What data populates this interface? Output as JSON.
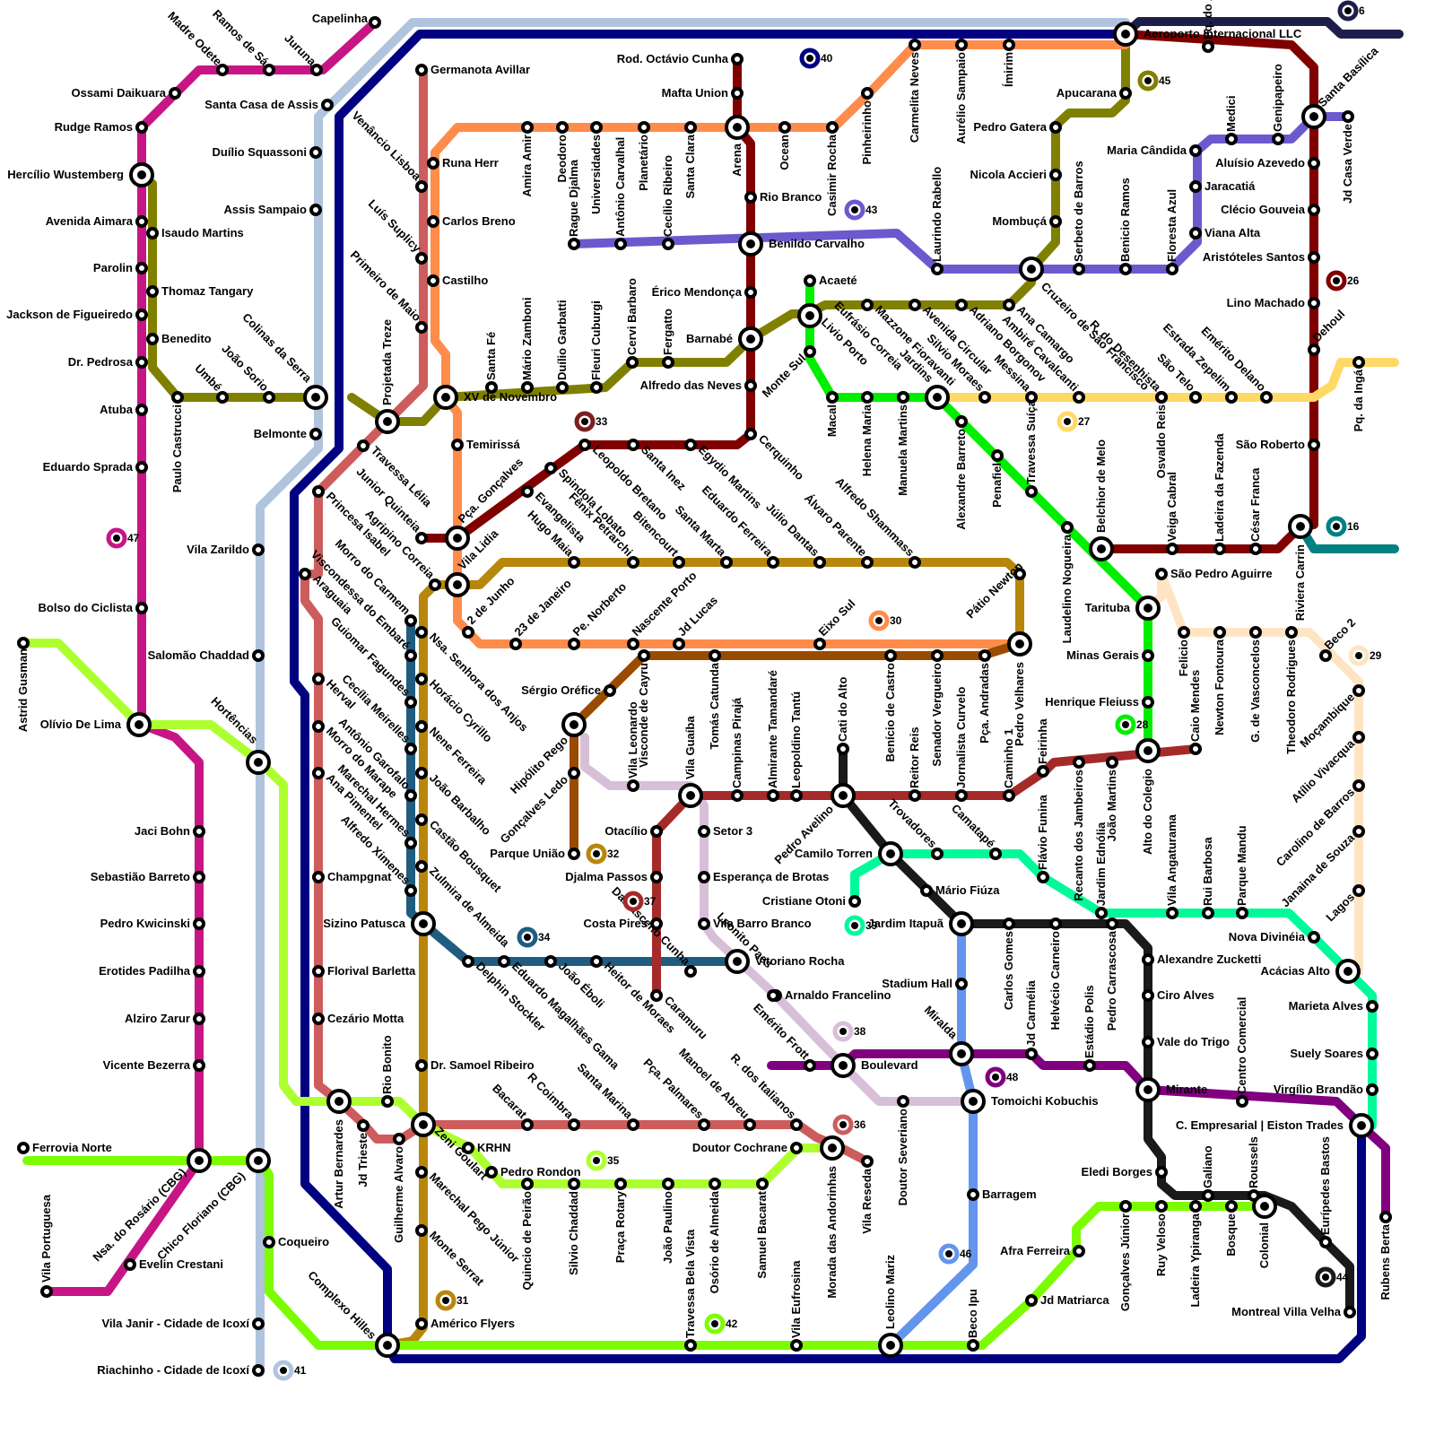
{
  "lines": [
    {
      "id": "aerea",
      "color": "#b0c4de"
    },
    {
      "id": "navy",
      "color": "#000080"
    },
    {
      "id": "magenta",
      "color": "#c71585"
    },
    {
      "id": "olive",
      "color": "#808000"
    },
    {
      "id": "salmon",
      "color": "#cd5c5c"
    },
    {
      "id": "orange",
      "color": "#ff8c4a"
    },
    {
      "id": "maroon",
      "color": "#800000"
    },
    {
      "id": "darkred",
      "color": "#7b1e1e"
    },
    {
      "id": "purple",
      "color": "#6a5acd"
    },
    {
      "id": "green",
      "color": "#00ee00"
    },
    {
      "id": "yellow",
      "color": "#ffd966"
    },
    {
      "id": "gold",
      "color": "#b8860b"
    },
    {
      "id": "brown",
      "color": "#994c00"
    },
    {
      "id": "petrol",
      "color": "#1f5c80"
    },
    {
      "id": "lime",
      "color": "#7cfc00"
    },
    {
      "id": "lightlime",
      "color": "#adff2f"
    },
    {
      "id": "mint",
      "color": "#00fa9a"
    },
    {
      "id": "black",
      "color": "#1a1a1a"
    },
    {
      "id": "violet",
      "color": "#800080"
    },
    {
      "id": "lilac",
      "color": "#d8bfd8"
    },
    {
      "id": "cornflower",
      "color": "#6495ed"
    },
    {
      "id": "peach",
      "color": "#ffe4c4"
    },
    {
      "id": "firebrick",
      "color": "#a52a2a"
    },
    {
      "id": "teal",
      "color": "#008080"
    },
    {
      "id": "darknavy",
      "color": "#1e1e4a"
    }
  ],
  "stations": {
    "capelinha": "Capelinha",
    "madre_odete": "Madre Odete",
    "ramos_de_sa": "Ramos de Sá",
    "juruna": "Juruna",
    "ossami_daikuara": "Ossami Daikuara",
    "rudge_ramos": "Rudge Ramos",
    "hercilio": "Hercílio Wustemberg",
    "avenida_aimara": "Avenida Aimara",
    "isaudo": "Isaudo Martins",
    "parolin": "Parolin",
    "thomaz": "Thomaz Tangary",
    "jackson": "Jackson de Figueiredo",
    "benedito": "Benedito",
    "dr_pedrosa": "Dr. Pedrosa",
    "atuba": "Atuba",
    "eduardo_sprada": "Eduardo Sprada",
    "paulo_castrucci": "Paulo Castrucci",
    "umbe": "Umbé",
    "joao_sorio": "João Sorio",
    "colinas": "Colinas da Serra",
    "belmonte": "Belmonte",
    "santa_casa": "Santa Casa de Assis",
    "duilio_squassoni": "Duílio Squassoni",
    "assis_sampaio": "Assis Sampaio",
    "vila_zarildo": "Vila Zarildo",
    "bolso": "Bolso do Ciclista",
    "salomao": "Salomão Chaddad",
    "olivio": "Olívio De Lima",
    "astrid": "Astrid Gusman",
    "hortencias": "Hortências",
    "jaci": "Jaci Bohn",
    "sebastiao": "Sebastião Barreto",
    "pedro_kwicinski": "Pedro Kwicinski",
    "erotides": "Erotides Padilha",
    "alziro": "Alziro Zarur",
    "vicente": "Vicente Bezerra",
    "ferrovia": "Ferrovia Norte",
    "nsa_rosario": "Nsa. do Rosário (CBG)",
    "chico_floriano": "Chico Floriano (CBG)",
    "evelin": "Evelin Crestani",
    "vila_portuguesa": "Vila Portuguesa",
    "coqueiro": "Coqueiro",
    "vila_janir": "Vila Janir - Cidade de Icoxí",
    "riachinho": "Riachinho - Cidade de Icoxí",
    "complexo": "Complexo Hilles",
    "germanota": "Germanota Avillar",
    "venancio": "Venâncio Lisboa",
    "runa": "Runa Herr",
    "carlos_breno": "Carlos Breno",
    "luis_suplicy": "Luís Suplicy",
    "castilho": "Castilho",
    "primeiro_maio": "Primeiro de Maio",
    "projetada": "Projetada Treze",
    "xv_nov": "XV de Novembro",
    "santa_fe": "Santa Fé",
    "mario_zamboni": "Mário Zamboni",
    "duilio_garbatti": "Duílio Garbatti",
    "fleuri": "Fleuri Cuburgi",
    "cervi": "Cervi Barbaro",
    "fergatto": "Fergatto",
    "alfredo_neves": "Alfredo das Neves",
    "barnabe": "Barnabé",
    "erico": "Érico Mendonça",
    "benildo": "Benildo Carvalho",
    "rio_branco": "Rio Branco",
    "arena": "Arena",
    "mafta": "Mafta Union",
    "rod_octavio": "Rod. Octávio Cunha",
    "amira": "Amira Amir",
    "deodoro": "Deodoro",
    "rague": "Rague Djalma",
    "universidades": "Universidades",
    "antonio_carvalhal": "Antônio Carvalhal",
    "planetario": "Planetário",
    "cecilio": "Cecílio Ribeiro",
    "santa_clara": "Santa Clara",
    "ocean": "Ocean",
    "casimir": "Casimir Rocha",
    "pinheirinho": "Pinheirinho",
    "carmelita": "Carmelita Neves",
    "aurelio": "Aurélio Sampaio",
    "imirim": "Ímirim",
    "aeroporto": "Aeroporto Internacional LLC",
    "apucarana": "Apucarana",
    "pedro_gatera": "Pedro Gatera",
    "nicola": "Nicola Accieri",
    "mombuca": "Mombuçá",
    "laurindo": "Laurindo Rabello",
    "cruzeiro": "Cruzeiro de São Francisco",
    "serbeto": "Serbeto de Barros",
    "benicio_ramos": "Benicio Ramos",
    "floresta": "Floresta Azul",
    "maria_candida": "Maria Cândida",
    "jaracatia": "Jaracatiá",
    "viana": "Viana Alta",
    "pq_aviador": "Pq. do Aviador",
    "medici": "Medici",
    "genipapeiro": "Genipapeiro",
    "santa_basilica": "Santa Basílica",
    "jd_casa_verde": "Jd Casa Verde",
    "aluisio": "Aluísio Azevedo",
    "clecio": "Clécio Gouveia",
    "aristoteles": "Aristóteles Santos",
    "lino": "Lino Machado",
    "dehoul": "Dehoul",
    "pq_inga": "Pq. da Ingá",
    "sao_roberto": "São Roberto",
    "emerito_delano": "Emérito Delano",
    "estrada_zepelim": "Estrada Zepelim",
    "sao_telo": "São Telo",
    "r_desenhista": "R. do Desenhista",
    "ambire": "Ambiré Cavalcanti",
    "messina": "Messina",
    "ana_camargo": "Ana Camargo",
    "adriano": "Adriano Borgonov",
    "silvio_moraes": "Silvio Moraes",
    "avenida_circular": "Avenida Circular",
    "eufrasio": "Eufrásio Correia",
    "mazzone": "Mazzone Fioravanti",
    "jardins": "Jardins",
    "acaete": "Acaeté",
    "livio": "Livio Porto",
    "monte_sul": "Monte Sul",
    "macal": "Macal",
    "helena": "Helena Maria",
    "manuela": "Manuela Martins",
    "alexandre_barreto": "Alexandre Barreto",
    "penafiel": "Penafiel",
    "travessa_suica": "Travessa Suíça",
    "laudelino": "Laudelino Nogueira",
    "belchior": "Belchior de Melo",
    "osvaldo": "Osvaldo Reis",
    "veiga": "Veiga Cabral",
    "ladeira_fazenda": "Ladeira da Fazenda",
    "cesar_franca": "César Franca",
    "riviera": "Riviera Carrin",
    "sao_pedro_aguirre": "São Pedro Aguirre",
    "tarituba": "Tarituba",
    "minas_gerais": "Minas Gerais",
    "henrique": "Henrique Fleiuss",
    "alto_colegio": "Alto do Colegio",
    "caio_mendes": "Caio Mendes",
    "felicio": "Felicio",
    "newton_fontoura": "Newton Fontoura",
    "g_vasconcelos": "G. de Vasconcelos",
    "theodoro": "Theodoro Rodrigues",
    "beco2": "Beco 2",
    "mocambique": "Moçambique",
    "atilio": "Atílio Vivacqua",
    "carolino": "Carolino de Barros",
    "janaina": "Janaina de Souza",
    "lagos": "Lagos",
    "acacias": "Acácias Alto",
    "nova_divineia": "Nova Divinéia",
    "marieta": "Marieta Alves",
    "suely": "Suely Soares",
    "virgilio": "Virgílio Brandão",
    "c_empresarial": "C. Empresarial | Eiston Trades",
    "rubens": "Rubens Berta",
    "euripedes": "Eurípedes Bastos",
    "montreal": "Montreal Villa Velha",
    "colonial": "Colonial",
    "roussels": "Roussels",
    "bosque": "Bosque",
    "galiano": "Galiano",
    "ladeira_ypiranga": "Ladeira Ypiranga",
    "ruy_veloso": "Ruy Veloso",
    "goncalves_junior": "Gonçalves Júnior",
    "eledi": "Eledi Borges",
    "afra": "Afra Ferreira",
    "jd_matriarca": "Jd Matriarca",
    "beco_ipu": "Beco Ipu",
    "leolino": "Leolino Mariz",
    "barragem": "Barragem",
    "tomoichi": "Tomoichi Kobuchis",
    "mirante": "Mirante",
    "centro_comercial": "Centro Comercial",
    "vale_trigo": "Vale do Trigo",
    "ciro": "Ciro Alves",
    "alexandre_zucketti": "Alexandre Zucketti",
    "pedro_carrascosa": "Pedro Carrascosa",
    "estadio": "Estádio Polis",
    "helvecio": "Helvécio Carneiro",
    "jd_carmelia": "Jd Carmélia",
    "carlos_gomes": "Carlos Gomes",
    "jardim_itapua": "Jardim Itapuã",
    "mario_fiuza": "Mário Fiúza",
    "camatape": "Camatapé",
    "trovadores": "Trovadores",
    "camilo": "Camilo Torren",
    "pedro_avelino": "Pedro Avelino",
    "cristiane": "Cristiane Otoni",
    "stadium": "Stadium Hall",
    "miralda": "Miralda",
    "boulevard": "Boulevard",
    "emerito_frott": "Emérito Frott",
    "arnaldo": "Arnaldo Francelino",
    "vitoriano": "Vitoriano Rocha",
    "vila_barro": "Vila Barro Branco",
    "esperanca": "Esperança de Brotas",
    "setor3": "Setor 3",
    "vila_guaiba": "Vila Guaíba",
    "campinas": "Campinas Pirajá",
    "almirante": "Almirante Tamandaré",
    "leopoldino": "Leopoldino Tantú",
    "cati": "Cati do Alto",
    "reitor": "Reitor Reis",
    "jornalista": "Jornalista Curvelo",
    "caminho1": "Caminho 1",
    "feirinha": "Feirinha",
    "recanto": "Recanto dos Jambeiros",
    "jardim_ednolia": "Jardim Ednólia",
    "joao_martins": "João Martins",
    "flavio": "Flávio Funina",
    "vila_angaturama": "Vila Angaturama",
    "rui_barbosa": "Rui Barbosa",
    "parque_mandu": "Parque Mandu",
    "otacilio": "Otacílio",
    "djalma_passos": "Djalma Passos",
    "costa_pires": "Costa Pires",
    "caramuru": "Caramuru",
    "damasceno": "Damasceno Cunha",
    "leonito": "Leonito Paes",
    "r_italianos": "R. dos Italianos",
    "manoel_abreu": "Manoel de Abreu",
    "pca_palmares": "Pça. Palmares",
    "santa_marina": "Santa Marina",
    "r_coimbra": "R Coimbra",
    "bacarat": "Bacarat",
    "doutor_cochrane": "Doutor Cochrane",
    "morada": "Morada das Andorinhas",
    "vila_reseda": "Vila Reseda",
    "doutor_severiano": "Doutor Severiano",
    "samuel_bacarat": "Samuel Bacarat",
    "osorio": "Osório de Almeida",
    "joao_paulino": "João Paulino",
    "praca_rotary": "Praça Rotary",
    "silvio_chaddad": "Silvio Chaddad",
    "quincio": "Quincio de Peirão",
    "pedro_rondon": "Pedro Rondon",
    "krhn": "KRHN",
    "zeni": "Zeni Goulart",
    "marechal_pego": "Marechal Pego Júnior",
    "monte_serrat": "Monte Serrat",
    "americo": "Américo Flyers",
    "dr_samoel": "Dr. Samoel Ribeiro",
    "guilherme": "Guilherme Alvaro",
    "jd_trieste": "Jd Trieste",
    "rio_bonito": "Rio Bonito",
    "artur": "Artur Bernardes",
    "cezario": "Cezário Motta",
    "florival": "Florival Barletta",
    "sizino": "Sizino Patusca",
    "champgnat": "Champgnat",
    "herval": "Herval",
    "ana_pimentel": "Ana Pimentel",
    "araguaia": "Araguaia",
    "princesa": "Princesa Isabel",
    "travessa_lelia": "Travessa Lélia",
    "junior_quinteia": "Junior Quinteia",
    "agripino": "Agripino Correia",
    "morro_carmem": "Morro do Carmem",
    "viscondessa": "Viscondessa do Embaré",
    "guiomar": "Guiomar Fagundes",
    "cecilia": "Cecília Meirelles",
    "antonio_garofalo": "Antônio Garofalo",
    "marechal_hermes": "Marechal Hermes",
    "morro_marape": "Morro do Marape",
    "alfredo_ximenes": "Alfredo Ximenes",
    "nsa_anjos": "Nsa. Senhora dos Anjos",
    "horacio": "Horácio Cyrillo",
    "nene": "Nene Ferreira",
    "joao_barbalho": "João Barbalho",
    "castao": "Castão Bousquet",
    "zulmira": "Zulmira de Almeida",
    "delphin": "Delphin Stockler",
    "eduardo_magalhaes": "Eduardo Magalhães Gama",
    "joao_eboli": "João Éboli",
    "heitor": "Heitor de Moraes",
    "pca_goncalves": "Pça. Gonçalves",
    "vila_lidia": "Vila Lidia",
    "temirissa": "Temirissá",
    "dois_junho": "2 de Junho",
    "vinte_tres": "23 de Janeiro",
    "pe_norberto": "Pe. Norberto",
    "nascente": "Nascente Porto",
    "jd_lucas": "Jd Lucas",
    "eixo_sul": "Eixo Sul",
    "patio_newton": "Pátio Newton",
    "pedro_velhares": "Pedro Velhares",
    "pca_andradas": "Pça. Andradas",
    "senador": "Senador Vergueiro",
    "benicio_castro": "Benício de Castro",
    "sergio": "Sérgio Oréfice",
    "hipolito": "Hipólito Rego",
    "goncalves_ledo": "Gonçalves Ledo",
    "parque_uniao": "Parque União",
    "vila_leonardo": "Vila Leonardo",
    "visconde_cayru": "Visconde de Cayru",
    "tomas": "Tomás Catunda",
    "evangelista": "Evangelista",
    "spindola": "Spindola Lobato",
    "leopoldo": "Leopoldo Bretano",
    "hugo_maia": "Hugo Maia",
    "fenix": "Fênix Petrarchi",
    "bitencourt": "Bitencourt",
    "santa_inez": "Santa Inez",
    "santa_marta": "Santa Marta",
    "egydio": "Egydio Martins",
    "eduardo_ferreira": "Eduardo Ferreira",
    "julio": "Júlio Dantas",
    "alvaro": "Álvaro Parente",
    "alfredo_shammass": "Alfredo Shammass",
    "cerquinho": "Cerquinho",
    "travessa_bela": "Travessa Bela Vista",
    "vila_eufrosina": "Vila Eufrosina"
  },
  "badges": [
    {
      "num": "6",
      "color": "#1e1e4a"
    },
    {
      "num": "40",
      "color": "#000080"
    },
    {
      "num": "45",
      "color": "#808000"
    },
    {
      "num": "43",
      "color": "#6a5acd"
    },
    {
      "num": "26",
      "color": "#800000"
    },
    {
      "num": "33",
      "color": "#7b1e1e"
    },
    {
      "num": "27",
      "color": "#ffd966"
    },
    {
      "num": "47",
      "color": "#c71585"
    },
    {
      "num": "16",
      "color": "#008080"
    },
    {
      "num": "30",
      "color": "#ff8c4a"
    },
    {
      "num": "29",
      "color": "#ffe4c4"
    },
    {
      "num": "28",
      "color": "#00ee00"
    },
    {
      "num": "32",
      "color": "#b8860b"
    },
    {
      "num": "37",
      "color": "#a52a2a"
    },
    {
      "num": "39",
      "color": "#00fa9a"
    },
    {
      "num": "34",
      "color": "#1f5c80"
    },
    {
      "num": "38",
      "color": "#d8bfd8"
    },
    {
      "num": "48",
      "color": "#800080"
    },
    {
      "num": "36",
      "color": "#cd5c5c"
    },
    {
      "num": "35",
      "color": "#adff2f"
    },
    {
      "num": "46",
      "color": "#6495ed"
    },
    {
      "num": "44",
      "color": "#1a1a1a"
    },
    {
      "num": "31",
      "color": "#b8860b"
    },
    {
      "num": "42",
      "color": "#7cfc00"
    },
    {
      "num": "41",
      "color": "#b0c4de"
    }
  ]
}
